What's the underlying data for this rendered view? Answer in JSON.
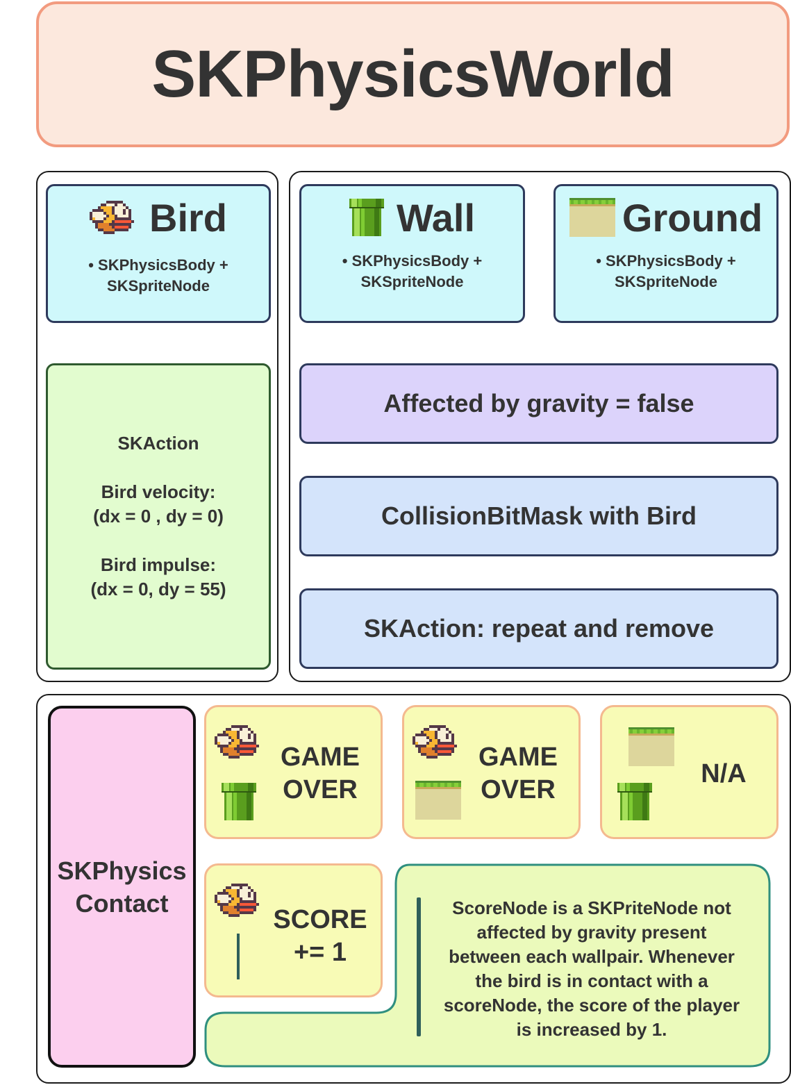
{
  "title": "SKPhysicsWorld",
  "bird": {
    "name": "Bird",
    "desc_line1": "• SKPhysicsBody +",
    "desc_line2": "SKSpriteNode",
    "icon": "flappy-bird-icon"
  },
  "bird_action": {
    "line1": "SKAction",
    "line2": "Bird velocity:",
    "line3": "(dx = 0 , dy = 0)",
    "line4": "Bird impulse:",
    "line5": "(dx = 0, dy = 55)"
  },
  "wall": {
    "name": "Wall",
    "desc_line1": "• SKPhysicsBody +",
    "desc_line2": "SKSpriteNode",
    "icon": "pipe-icon"
  },
  "ground": {
    "name": "Ground",
    "desc_line1": "• SKPhysicsBody +",
    "desc_line2": "SKSpriteNode",
    "icon": "ground-tile-icon"
  },
  "properties": [
    "Affected by gravity = false",
    "CollisionBitMask with Bird",
    "SKAction: repeat and remove"
  ],
  "contact": {
    "label_line1": "SKPhysics",
    "label_line2": "Contact",
    "cases": [
      {
        "line1": "GAME",
        "line2": "OVER"
      },
      {
        "line1": "GAME",
        "line2": "OVER"
      },
      {
        "line1": "N/A",
        "line2": ""
      },
      {
        "line1": "SCORE",
        "line2": "+= 1"
      }
    ],
    "note_line1": "ScoreNode is a SKPriteNode not",
    "note_line2": "affected by gravity present",
    "note_line3": "between each wallpair. Whenever",
    "note_line4": "the bird is in contact with a",
    "note_line5": "scoreNode, the score of the player",
    "note_line6": "is increased by 1."
  },
  "colors": {
    "title_bg": "#fce8dd",
    "title_border": "#f29b7f",
    "card_bg": "#cff8fb",
    "green_bg": "#e2fccf",
    "violet_bg": "#dcd3fb",
    "blue_bg": "#d4e4fb",
    "pink_bg": "#fccfee",
    "yellow_bg": "#f8fbb6",
    "note_bg": "#ebfabb",
    "note_border": "#2f8f7f"
  }
}
